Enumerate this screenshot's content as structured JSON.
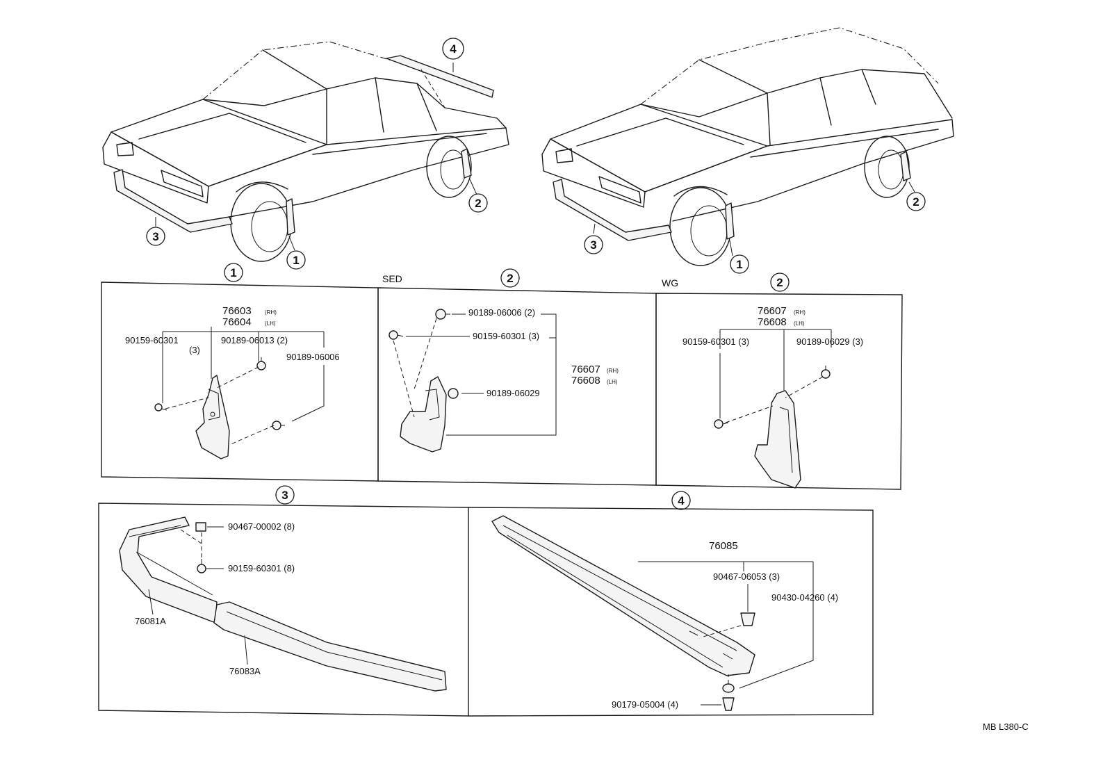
{
  "callouts": {
    "c1": "1",
    "c2": "2",
    "c3": "3",
    "c4": "4"
  },
  "section_labels": {
    "sed": "SED",
    "wg": "WG"
  },
  "panel1": {
    "part_main_1": "76603",
    "part_main_1_side": "(RH)",
    "part_main_2": "76604",
    "part_main_2_side": "(LH)",
    "screw": "90159-60301",
    "screw_qty": "(3)",
    "clip_a": "90189-06013 (2)",
    "clip_b": "90189-06006"
  },
  "panel2": {
    "clip_a": "90189-06006 (2)",
    "screw": "90159-60301 (3)",
    "clip_b": "90189-06029",
    "part_main_1": "76607",
    "part_main_1_side": "(RH)",
    "part_main_2": "76608",
    "part_main_2_side": "(LH)"
  },
  "panel3": {
    "part_main_1": "76607",
    "part_main_1_side": "(RH)",
    "part_main_2": "76608",
    "part_main_2_side": "(LH)",
    "screw": "90159-60301 (3)",
    "clip": "90189-06029 (3)"
  },
  "panel4": {
    "nut": "90467-00002 (8)",
    "screw": "90159-60301 (8)",
    "spoiler_a": "76081A",
    "spoiler_b": "76083A"
  },
  "panel5": {
    "part_main": "76085",
    "clip": "90467-06053 (3)",
    "bolt": "90430-04260 (4)",
    "washer": "90179-05004 (4)"
  },
  "figure_code": "MB L380-C"
}
